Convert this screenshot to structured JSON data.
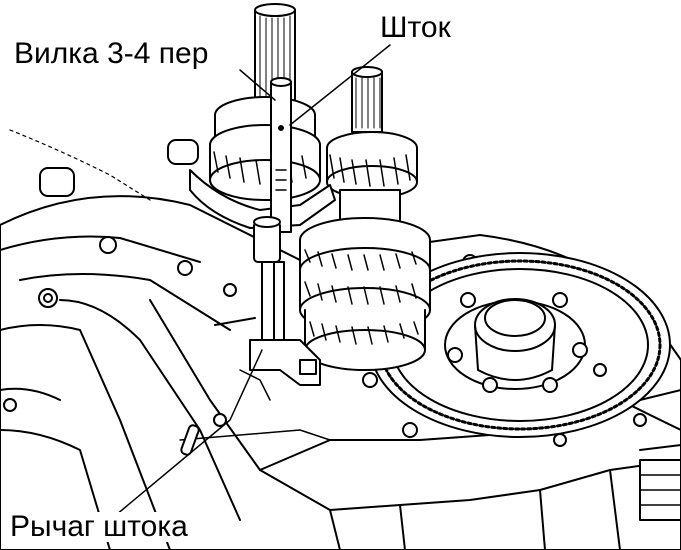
{
  "labels": {
    "fork": "Вилка 3-4 пер",
    "rod": "Шток",
    "lever": "Рычаг штока"
  },
  "colors": {
    "ink": "#000000",
    "paper": "#ffffff"
  }
}
